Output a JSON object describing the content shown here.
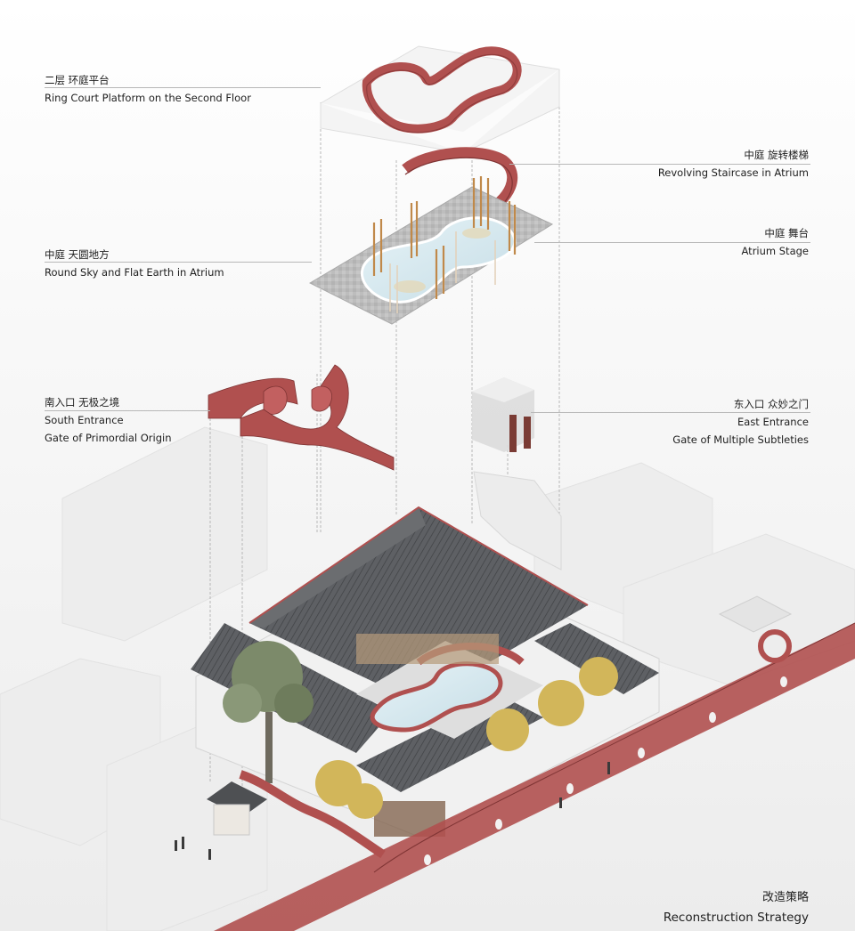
{
  "labels": {
    "ring_court": {
      "zh": "二层 环庭平台",
      "en": "Ring Court Platform on the Second Floor"
    },
    "staircase": {
      "zh": "中庭 旋转楼梯",
      "en": "Revolving Staircase in Atrium"
    },
    "round_sky": {
      "zh": "中庭 天圆地方",
      "en": "Round Sky and Flat Earth in Atrium"
    },
    "stage": {
      "zh": "中庭 舞台",
      "en": "Atrium Stage"
    },
    "south": {
      "zh": "南入口 无极之境",
      "en1": "South Entrance",
      "en2": "Gate of Primordial Origin"
    },
    "east": {
      "zh": "东入口 众妙之门",
      "en1": "East Entrance",
      "en2": "Gate of Multiple Subtleties"
    }
  },
  "footer": {
    "zh": "改造策略",
    "en": "Reconstruction Strategy"
  },
  "colors": {
    "accent_red": "#b0504f",
    "roof": "#55575a",
    "ground": "#f2f2f2",
    "leader": "#b8b8b8"
  }
}
